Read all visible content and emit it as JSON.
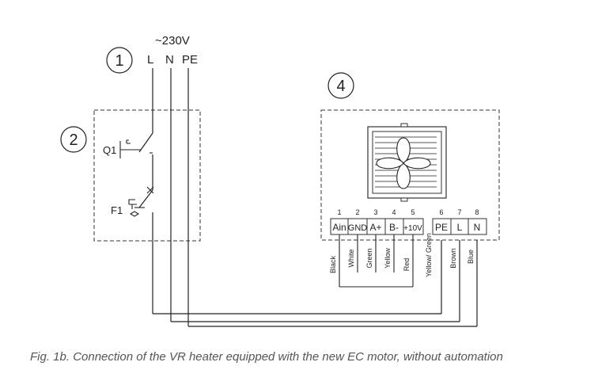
{
  "supply": {
    "voltage": "~230V",
    "conductors": [
      "L",
      "N",
      "PE"
    ]
  },
  "callouts": [
    "1",
    "2",
    "4"
  ],
  "switch": {
    "q1": "Q1",
    "f1": "F1"
  },
  "terminals": [
    {
      "number": "1",
      "label": "Ain",
      "wire": "Black"
    },
    {
      "number": "2",
      "label": "GND",
      "wire": "White"
    },
    {
      "number": "3",
      "label": "A+",
      "wire": "Green"
    },
    {
      "number": "4",
      "label": "B-",
      "wire": "Yellow"
    },
    {
      "number": "5",
      "label": "+10V",
      "wire": "Red"
    },
    {
      "number": "6",
      "label": "PE",
      "wire": "Yellow/\nGreen"
    },
    {
      "number": "7",
      "label": "L",
      "wire": "Brown"
    },
    {
      "number": "8",
      "label": "N",
      "wire": "Blue"
    }
  ],
  "caption": "Fig. 1b. Connection of the VR heater equipped with the new EC motor, without automation"
}
